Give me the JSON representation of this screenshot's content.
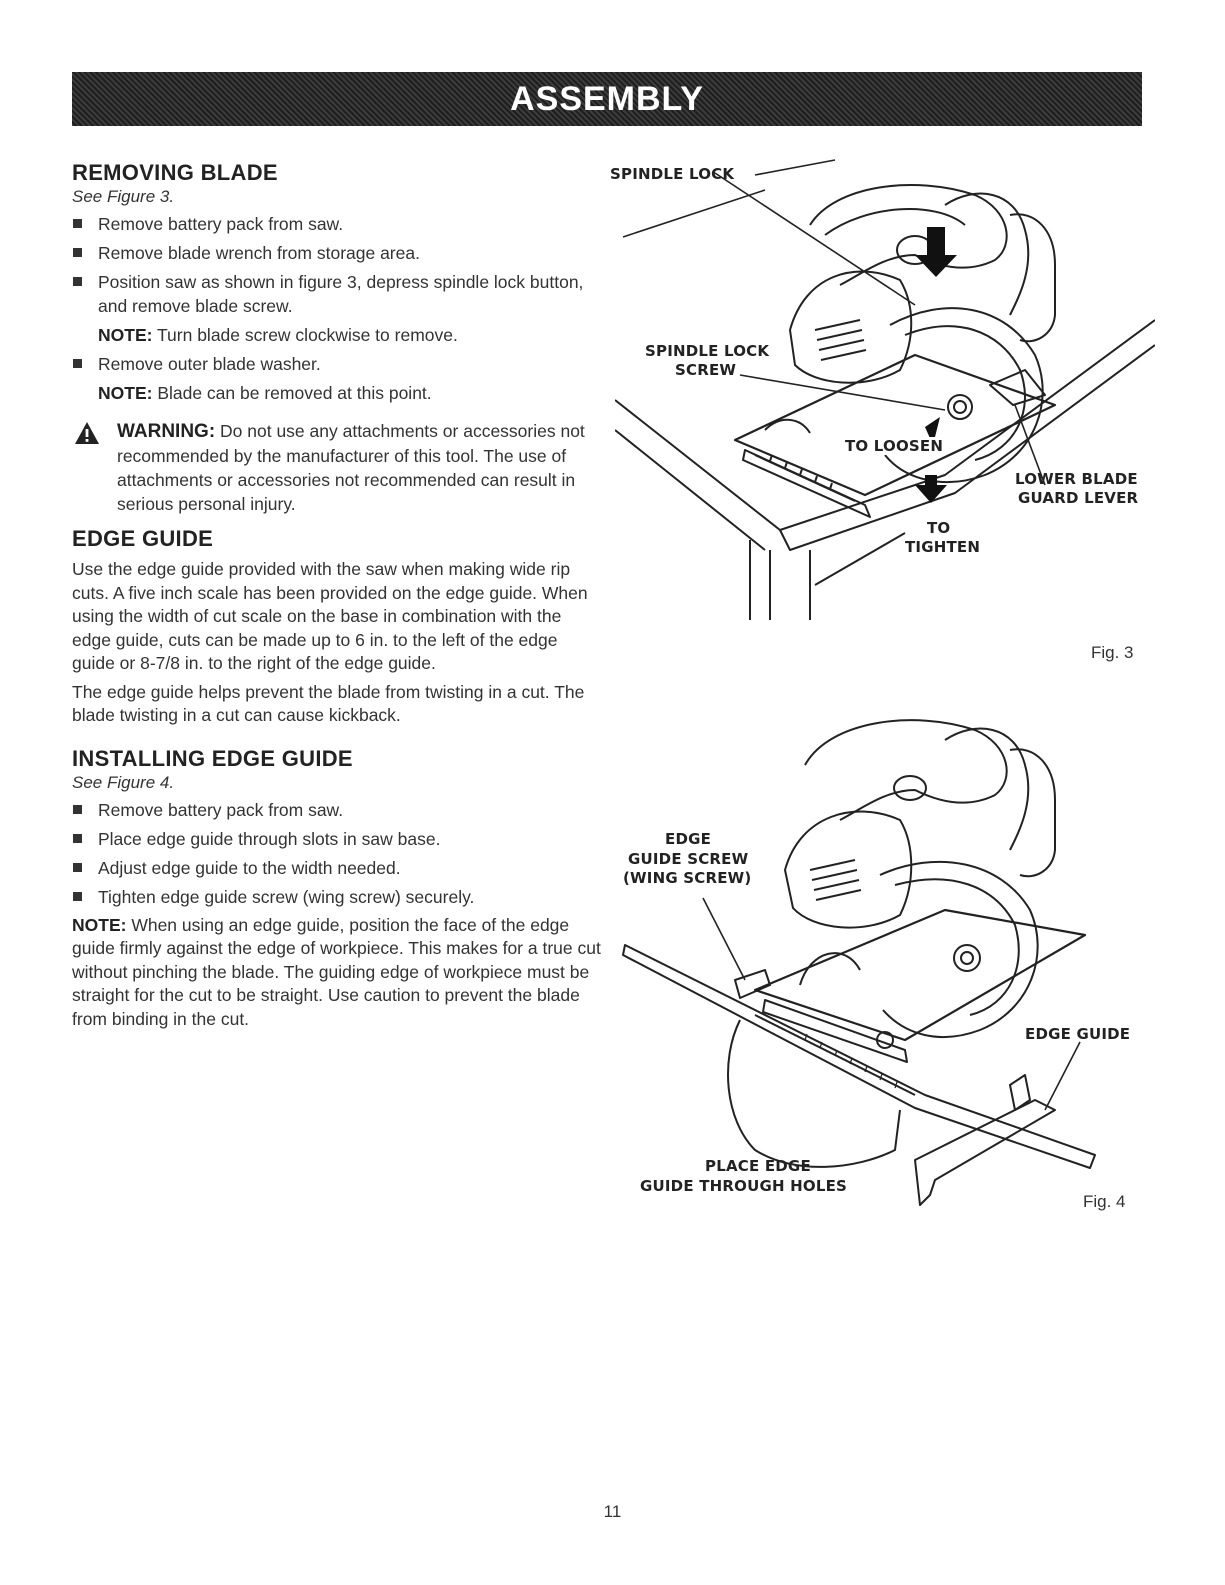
{
  "header": {
    "title": "ASSEMBLY"
  },
  "removing_blade": {
    "heading": "REMOVING BLADE",
    "see_figure": "See Figure 3.",
    "steps": [
      "Remove battery pack from saw.",
      "Remove blade wrench from storage area.",
      "Position saw as shown in figure 3, depress spindle lock button, and remove blade screw."
    ],
    "note1_label": "NOTE:",
    "note1_text": " Turn blade screw clockwise to remove.",
    "step4": "Remove outer blade washer.",
    "note2_label": "NOTE:",
    "note2_text": " Blade can be removed at this point."
  },
  "warning": {
    "label": "WARNING:",
    "text": " Do not use any attachments or accessories not recommended by the manufacturer of this tool. The use of attachments or accessories not recommended can result in serious personal injury."
  },
  "edge_guide": {
    "heading": "EDGE GUIDE",
    "para1": "Use the edge guide provided with the saw when making wide rip cuts. A five inch scale has been provided on the edge guide. When using the width of cut scale on the base in combination with the edge guide, cuts can be made up to 6 in. to the left of the edge guide or 8-7/8 in. to the right of the edge guide.",
    "para2": "The edge guide helps prevent the blade from twisting in a cut. The blade twisting in a cut can cause kickback."
  },
  "installing_edge_guide": {
    "heading": "INSTALLING EDGE GUIDE",
    "see_figure": "See Figure 4.",
    "steps": [
      "Remove battery pack from saw.",
      "Place edge guide through slots in saw base.",
      "Adjust edge guide to the width needed.",
      "Tighten edge guide screw (wing screw) securely."
    ],
    "note_label": "NOTE:",
    "note_text": " When using an edge guide, position the face of the edge guide firmly against the edge of workpiece. This makes for a true cut without pinching the blade. The guiding edge of workpiece must be straight for the cut to be straight. Use caution to prevent the blade from binding in the cut."
  },
  "figure3": {
    "caption": "Fig. 3",
    "callouts": {
      "spindle_lock": "SPINDLE LOCK",
      "spindle_lock_screw_1": "SPINDLE LOCK",
      "spindle_lock_screw_2": "SCREW",
      "to_loosen": "TO LOOSEN",
      "to_tighten_1": "TO",
      "to_tighten_2": "TIGHTEN",
      "lower_blade_1": "LOWER BLADE",
      "lower_blade_2": "GUARD LEVER"
    }
  },
  "figure4": {
    "caption": "Fig. 4",
    "callouts": {
      "edge_guide_screw_1": "EDGE",
      "edge_guide_screw_2": "GUIDE SCREW",
      "edge_guide_screw_3": "(WING SCREW)",
      "edge_guide": "EDGE GUIDE",
      "place_edge_1": "PLACE EDGE",
      "place_edge_2": "GUIDE THROUGH HOLES"
    }
  },
  "footer": {
    "page_number": "11"
  }
}
